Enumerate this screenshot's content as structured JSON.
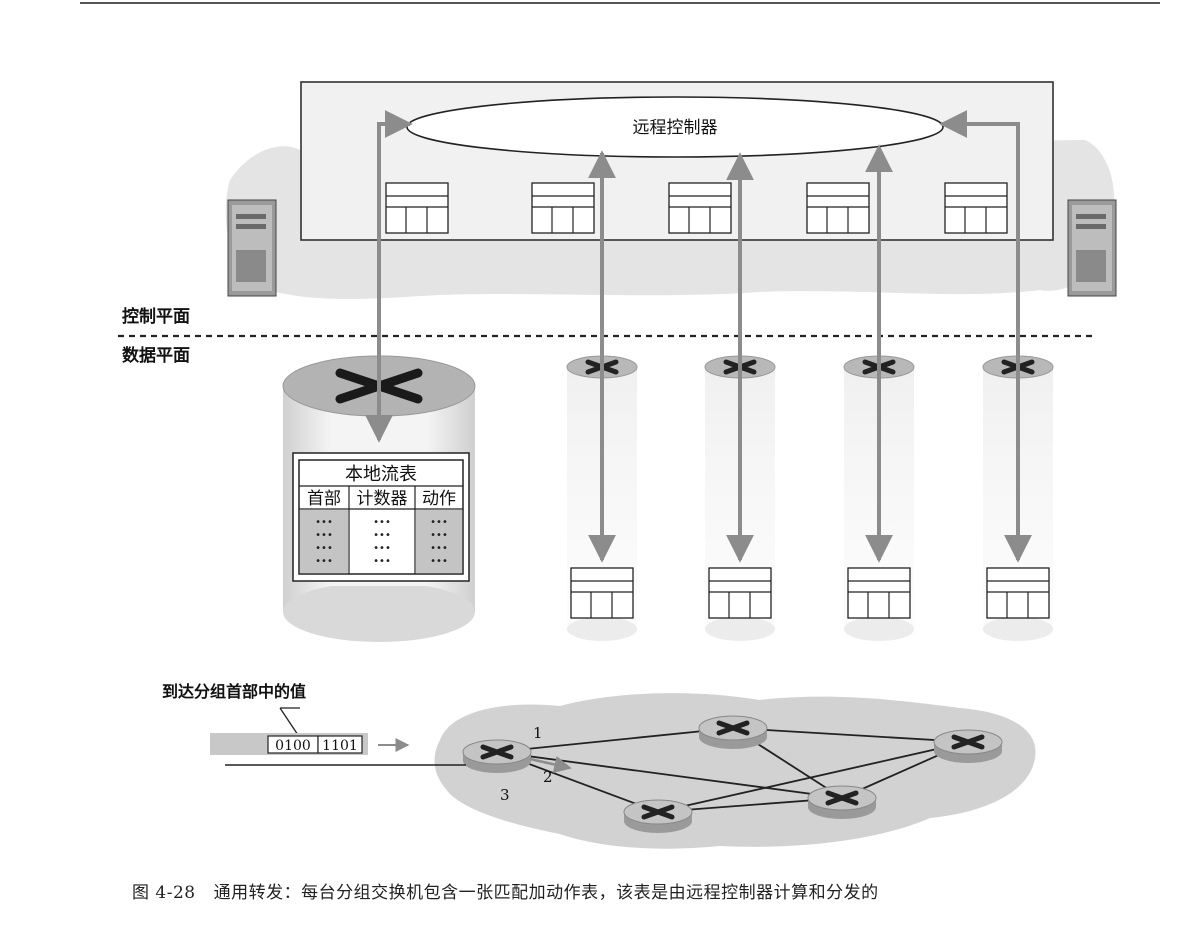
{
  "planes": {
    "control_label": "控制平面",
    "data_label": "数据平面"
  },
  "controller": {
    "label": "远程控制器"
  },
  "local_flow_table": {
    "title": "本地流表",
    "columns": [
      "首部",
      "计数器",
      "动作"
    ],
    "cell_marker": "•••"
  },
  "packet": {
    "label": "到达分组首部中的值",
    "bits_a": "0100",
    "bits_b": "1101"
  },
  "port_labels": [
    "1",
    "2",
    "3"
  ],
  "caption": {
    "figure_number": "图 4-28",
    "text": "通用转发：每台分组交换机包含一张匹配加动作表，该表是由远程控制器计算和分发的"
  },
  "colors": {
    "arrow": "#8c8c8c",
    "cloud": "#d6d6d6",
    "router_body": "#e8e8e8",
    "router_top": "#b8b8b8",
    "table_shade": "#c7c7c7"
  }
}
